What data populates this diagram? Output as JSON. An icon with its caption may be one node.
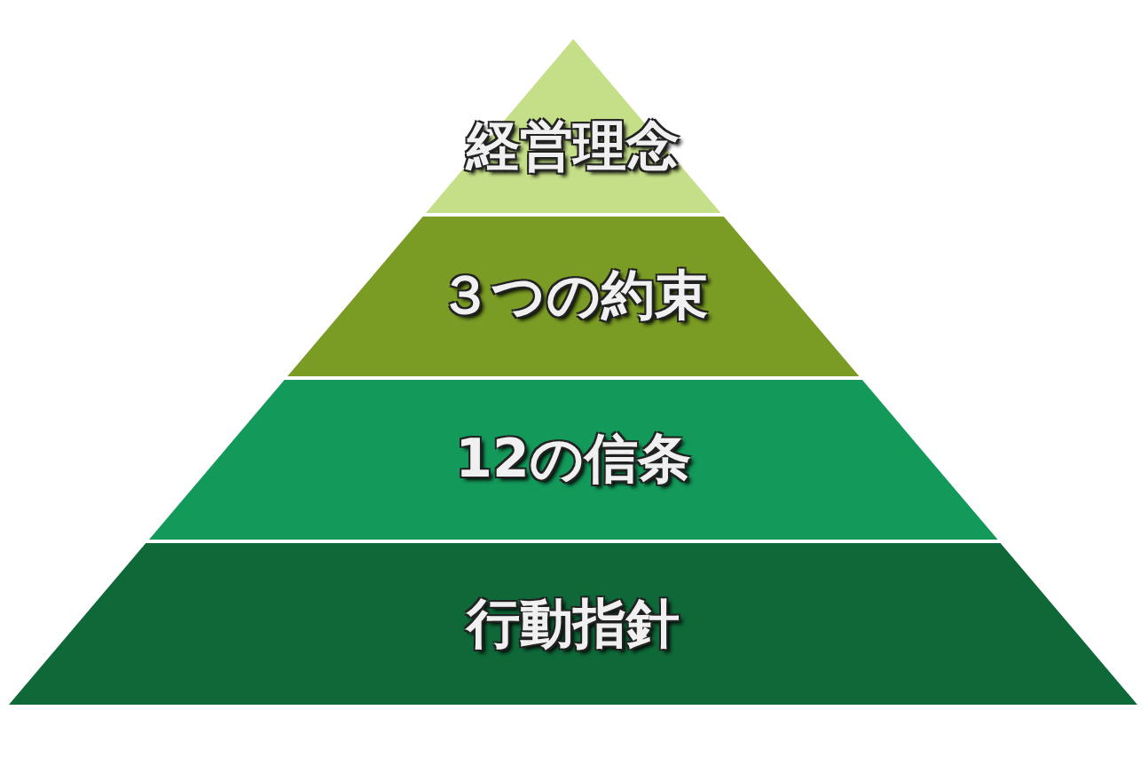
{
  "diagram": {
    "nodes": [
      {
        "text": [
          "経営理念"
        ]
      },
      {
        "text": [
          "３つの約束"
        ]
      },
      {
        "text": [
          "12の信条"
        ]
      },
      {
        "text": [
          "行動指針"
        ]
      }
    ]
  }
}
